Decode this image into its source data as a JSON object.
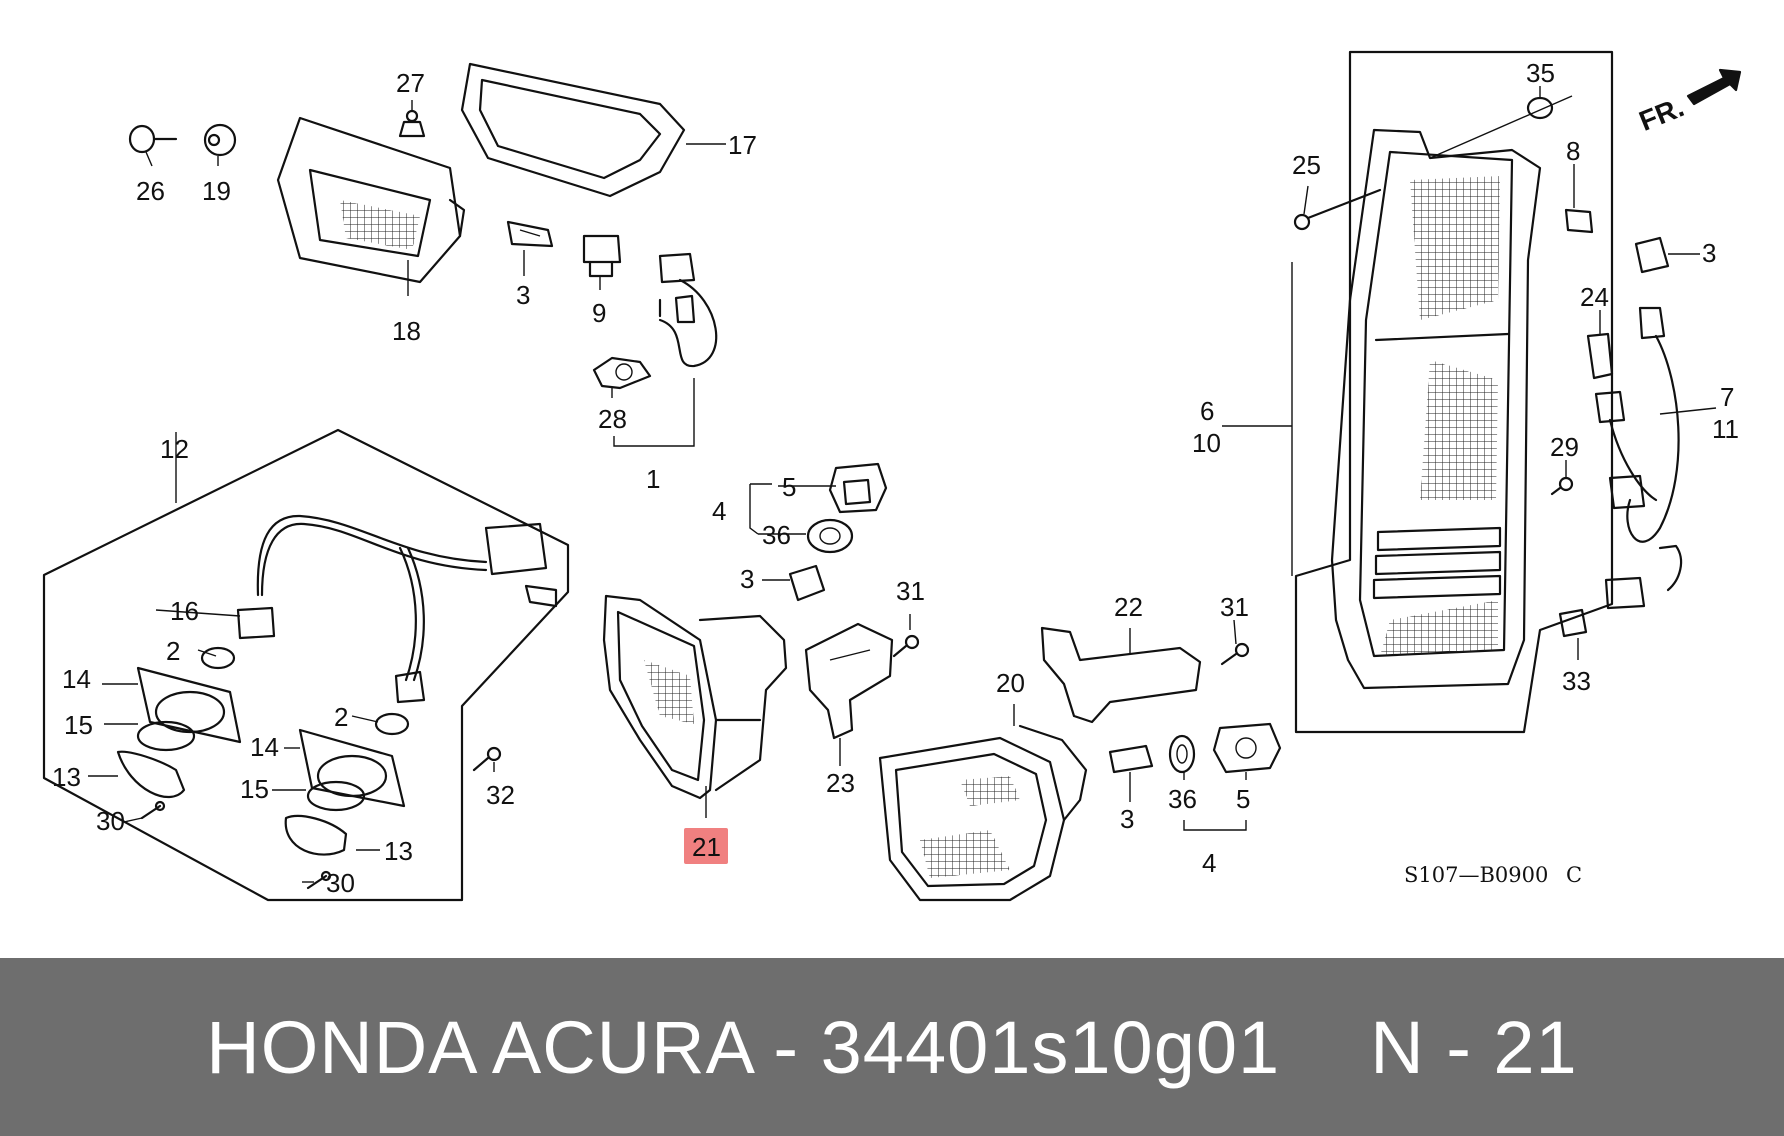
{
  "diagram": {
    "part_labels": [
      {
        "id": "l27",
        "text": "27"
      },
      {
        "id": "l26",
        "text": "26"
      },
      {
        "id": "l19",
        "text": "19"
      },
      {
        "id": "l17",
        "text": "17"
      },
      {
        "id": "l18",
        "text": "18"
      },
      {
        "id": "l3a",
        "text": "3"
      },
      {
        "id": "l9",
        "text": "9"
      },
      {
        "id": "l28",
        "text": "28"
      },
      {
        "id": "l1",
        "text": "1"
      },
      {
        "id": "l12",
        "text": "12"
      },
      {
        "id": "l16",
        "text": "16"
      },
      {
        "id": "l2a",
        "text": "2"
      },
      {
        "id": "l14a",
        "text": "14"
      },
      {
        "id": "l15a",
        "text": "15"
      },
      {
        "id": "l13a",
        "text": "13"
      },
      {
        "id": "l30a",
        "text": "30"
      },
      {
        "id": "l2b",
        "text": "2"
      },
      {
        "id": "l14b",
        "text": "14"
      },
      {
        "id": "l15b",
        "text": "15"
      },
      {
        "id": "l13b",
        "text": "13"
      },
      {
        "id": "l30b",
        "text": "30"
      },
      {
        "id": "l32",
        "text": "32"
      },
      {
        "id": "l4a",
        "text": "4"
      },
      {
        "id": "l5a",
        "text": "5"
      },
      {
        "id": "l36a",
        "text": "36"
      },
      {
        "id": "l3b",
        "text": "3"
      },
      {
        "id": "l31a",
        "text": "31"
      },
      {
        "id": "l23",
        "text": "23"
      },
      {
        "id": "l22",
        "text": "22"
      },
      {
        "id": "l31b",
        "text": "31"
      },
      {
        "id": "l20",
        "text": "20"
      },
      {
        "id": "l3c",
        "text": "3"
      },
      {
        "id": "l36b",
        "text": "36"
      },
      {
        "id": "l5b",
        "text": "5"
      },
      {
        "id": "l4b",
        "text": "4"
      },
      {
        "id": "l35",
        "text": "35"
      },
      {
        "id": "l25",
        "text": "25"
      },
      {
        "id": "l8",
        "text": "8"
      },
      {
        "id": "l3d",
        "text": "3"
      },
      {
        "id": "l24",
        "text": "24"
      },
      {
        "id": "l6",
        "text": "6"
      },
      {
        "id": "l10",
        "text": "10"
      },
      {
        "id": "l7",
        "text": "7"
      },
      {
        "id": "l11",
        "text": "11"
      },
      {
        "id": "l29",
        "text": "29"
      },
      {
        "id": "l33",
        "text": "33"
      }
    ],
    "highlighted_label": "21",
    "highlight_color": "#f08080",
    "direction_label": "FR.",
    "diagram_code": "S107—B0900",
    "diagram_code_suffix": "C"
  },
  "footer": {
    "title": "HONDA ACURA - 34401s10g01",
    "part_ref": "N - 21",
    "background": "#6e6e6e"
  }
}
